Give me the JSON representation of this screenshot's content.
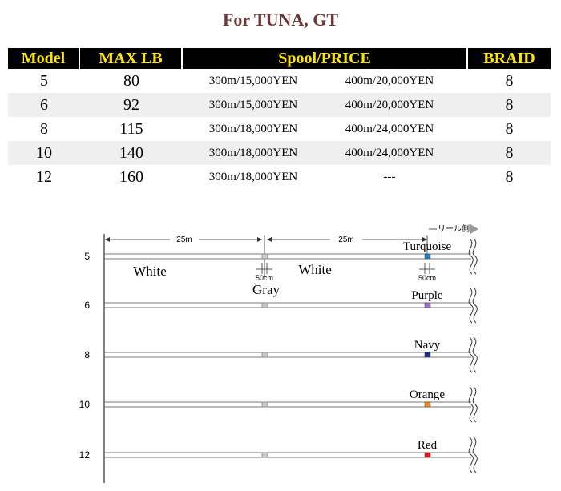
{
  "title": "For TUNA, GT",
  "table": {
    "headers": [
      "Model",
      "MAX LB",
      "Spool/PRICE",
      "BRAID"
    ],
    "rows": [
      {
        "model": "5",
        "max_lb": "80",
        "price_300": "300m/15,000YEN",
        "price_400": "400m/20,000YEN",
        "braid": "8"
      },
      {
        "model": "6",
        "max_lb": "92",
        "price_300": "300m/15,000YEN",
        "price_400": "400m/20,000YEN",
        "braid": "8"
      },
      {
        "model": "8",
        "max_lb": "115",
        "price_300": "300m/18,000YEN",
        "price_400": "400m/24,000YEN",
        "braid": "8"
      },
      {
        "model": "10",
        "max_lb": "140",
        "price_300": "300m/18,000YEN",
        "price_400": "400m/24,000YEN",
        "braid": "8"
      },
      {
        "model": "12",
        "max_lb": "160",
        "price_300": "300m/18,000YEN",
        "price_400": "---",
        "braid": "8"
      }
    ]
  },
  "diagram": {
    "reel_side": "リール側",
    "dim_25m_a": "25m",
    "dim_25m_b": "25m",
    "dim_50cm_a": "50cm",
    "dim_50cm_b": "50cm",
    "label_white_a": "White",
    "label_white_b": "White",
    "label_gray": "Gray",
    "gray_color": "#c8c8c8",
    "lines": [
      {
        "model": "5",
        "color_name": "Turquoise",
        "color": "#1f7fc4"
      },
      {
        "model": "6",
        "color_name": "Purple",
        "color": "#a070c0"
      },
      {
        "model": "8",
        "color_name": "Navy",
        "color": "#1a2f8c"
      },
      {
        "model": "10",
        "color_name": "Orange",
        "color": "#f08a1c"
      },
      {
        "model": "12",
        "color_name": "Red",
        "color": "#e0141e"
      }
    ]
  }
}
